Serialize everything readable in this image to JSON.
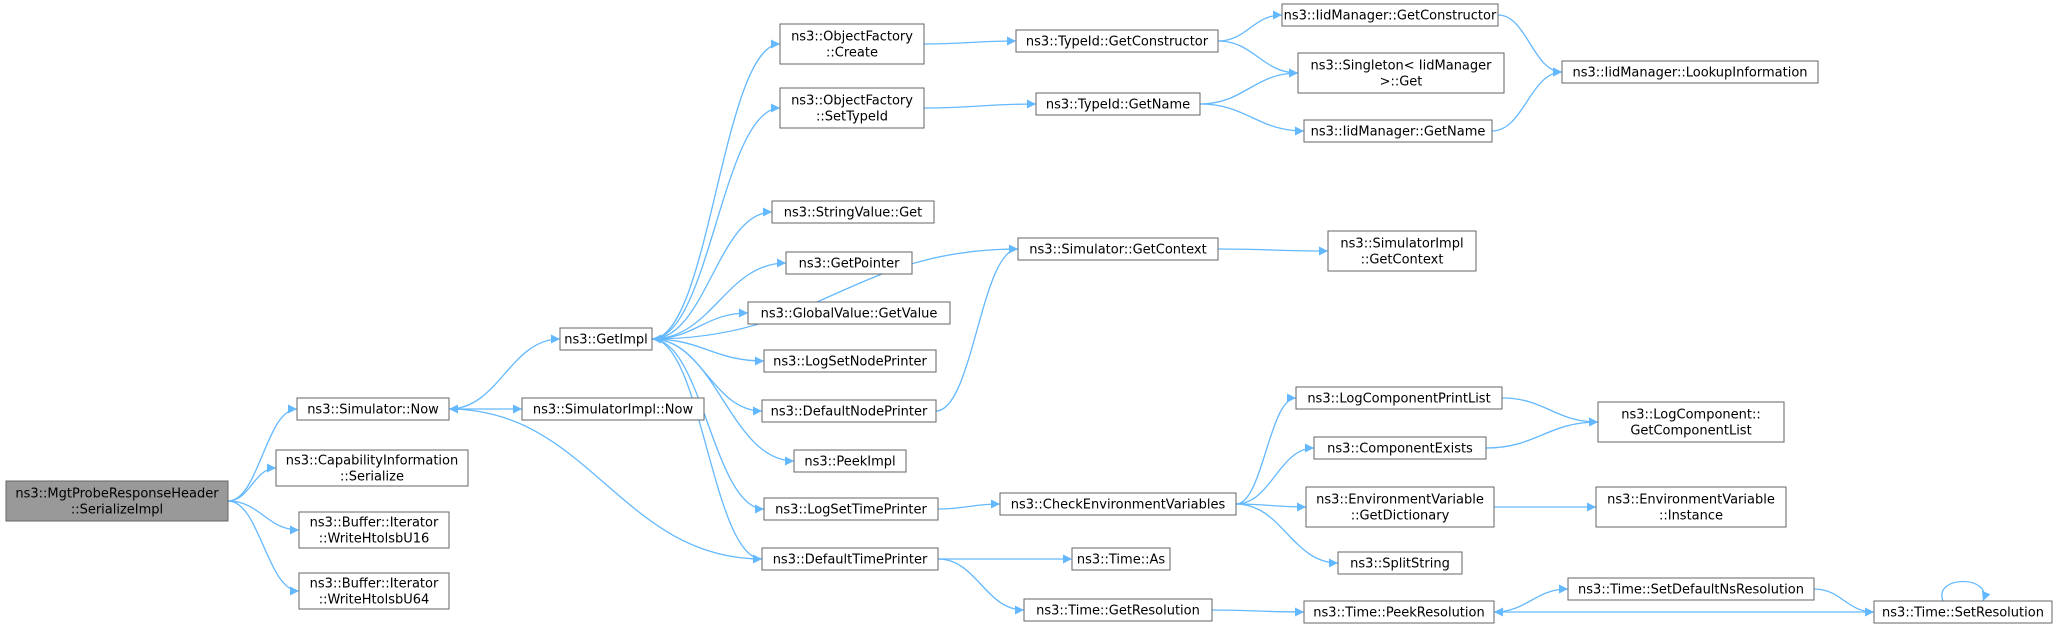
{
  "graph": {
    "colors": {
      "edge": "#63b8ff",
      "root_fill": "#999999",
      "node_border": "#666666"
    },
    "nodes": [
      {
        "id": "n0",
        "lines": [
          "ns3::MgtProbeResponseHeader",
          "::SerializeImpl"
        ],
        "root": true
      },
      {
        "id": "n1",
        "lines": [
          "ns3::Simulator::Now"
        ]
      },
      {
        "id": "n2",
        "lines": [
          "ns3::CapabilityInformation",
          "::Serialize"
        ]
      },
      {
        "id": "n3",
        "lines": [
          "ns3::Buffer::Iterator",
          "::WriteHtolsbU16"
        ]
      },
      {
        "id": "n4",
        "lines": [
          "ns3::Buffer::Iterator",
          "::WriteHtolsbU64"
        ]
      },
      {
        "id": "n5",
        "lines": [
          "ns3::GetImpl"
        ]
      },
      {
        "id": "n6",
        "lines": [
          "ns3::SimulatorImpl::Now"
        ]
      },
      {
        "id": "n7",
        "lines": [
          "ns3::ObjectFactory",
          "::Create"
        ]
      },
      {
        "id": "n8",
        "lines": [
          "ns3::ObjectFactory",
          "::SetTypeId"
        ]
      },
      {
        "id": "n9",
        "lines": [
          "ns3::StringValue::Get"
        ]
      },
      {
        "id": "n10",
        "lines": [
          "ns3::GetPointer"
        ]
      },
      {
        "id": "n11",
        "lines": [
          "ns3::GlobalValue::GetValue"
        ]
      },
      {
        "id": "n12",
        "lines": [
          "ns3::LogSetNodePrinter"
        ]
      },
      {
        "id": "n13",
        "lines": [
          "ns3::DefaultNodePrinter"
        ]
      },
      {
        "id": "n14",
        "lines": [
          "ns3::PeekImpl"
        ]
      },
      {
        "id": "n15",
        "lines": [
          "ns3::LogSetTimePrinter"
        ]
      },
      {
        "id": "n16",
        "lines": [
          "ns3::DefaultTimePrinter"
        ]
      },
      {
        "id": "n17",
        "lines": [
          "ns3::TypeId::GetConstructor"
        ]
      },
      {
        "id": "n18",
        "lines": [
          "ns3::TypeId::GetName"
        ]
      },
      {
        "id": "n19",
        "lines": [
          "ns3::Simulator::GetContext"
        ]
      },
      {
        "id": "n20",
        "lines": [
          "ns3::CheckEnvironmentVariables"
        ]
      },
      {
        "id": "n21",
        "lines": [
          "ns3::Time::As"
        ]
      },
      {
        "id": "n22",
        "lines": [
          "ns3::Time::GetResolution"
        ]
      },
      {
        "id": "n23",
        "lines": [
          "ns3::IidManager::GetConstructor"
        ]
      },
      {
        "id": "n24",
        "lines": [
          "ns3::Singleton< IidManager",
          ">::Get"
        ]
      },
      {
        "id": "n25",
        "lines": [
          "ns3::IidManager::GetName"
        ]
      },
      {
        "id": "n26",
        "lines": [
          "ns3::SimulatorImpl",
          "::GetContext"
        ]
      },
      {
        "id": "n27",
        "lines": [
          "ns3::LogComponentPrintList"
        ]
      },
      {
        "id": "n28",
        "lines": [
          "ns3::ComponentExists"
        ]
      },
      {
        "id": "n29",
        "lines": [
          "ns3::EnvironmentVariable",
          "::GetDictionary"
        ]
      },
      {
        "id": "n30",
        "lines": [
          "ns3::SplitString"
        ]
      },
      {
        "id": "n31",
        "lines": [
          "ns3::Time::PeekResolution"
        ]
      },
      {
        "id": "n32",
        "lines": [
          "ns3::IidManager::LookupInformation"
        ]
      },
      {
        "id": "n33",
        "lines": [
          "ns3::LogComponent::",
          "GetComponentList"
        ]
      },
      {
        "id": "n34",
        "lines": [
          "ns3::EnvironmentVariable",
          "::Instance"
        ]
      },
      {
        "id": "n35",
        "lines": [
          "ns3::Time::SetDefaultNsResolution"
        ]
      },
      {
        "id": "n36",
        "lines": [
          "ns3::Time::SetResolution"
        ]
      }
    ],
    "edges": [
      [
        "n0",
        "n1"
      ],
      [
        "n0",
        "n2"
      ],
      [
        "n0",
        "n3"
      ],
      [
        "n0",
        "n4"
      ],
      [
        "n1",
        "n5"
      ],
      [
        "n1",
        "n6"
      ],
      [
        "n5",
        "n7"
      ],
      [
        "n5",
        "n8"
      ],
      [
        "n5",
        "n9"
      ],
      [
        "n5",
        "n10"
      ],
      [
        "n5",
        "n11"
      ],
      [
        "n5",
        "n12"
      ],
      [
        "n5",
        "n13"
      ],
      [
        "n5",
        "n14"
      ],
      [
        "n5",
        "n15"
      ],
      [
        "n5",
        "n16"
      ],
      [
        "n7",
        "n17"
      ],
      [
        "n8",
        "n18"
      ],
      [
        "n19",
        "n5"
      ],
      [
        "n19",
        "n26"
      ],
      [
        "n13",
        "n19"
      ],
      [
        "n15",
        "n20"
      ],
      [
        "n16",
        "n1"
      ],
      [
        "n16",
        "n21"
      ],
      [
        "n16",
        "n22"
      ],
      [
        "n17",
        "n23"
      ],
      [
        "n17",
        "n24"
      ],
      [
        "n18",
        "n24"
      ],
      [
        "n18",
        "n25"
      ],
      [
        "n23",
        "n32"
      ],
      [
        "n25",
        "n32"
      ],
      [
        "n20",
        "n27"
      ],
      [
        "n20",
        "n28"
      ],
      [
        "n20",
        "n29"
      ],
      [
        "n20",
        "n30"
      ],
      [
        "n27",
        "n33"
      ],
      [
        "n28",
        "n33"
      ],
      [
        "n29",
        "n34"
      ],
      [
        "n22",
        "n31"
      ],
      [
        "n31",
        "n35"
      ],
      [
        "n35",
        "n36"
      ],
      [
        "n36",
        "n31"
      ],
      [
        "n36",
        "n36"
      ]
    ]
  }
}
